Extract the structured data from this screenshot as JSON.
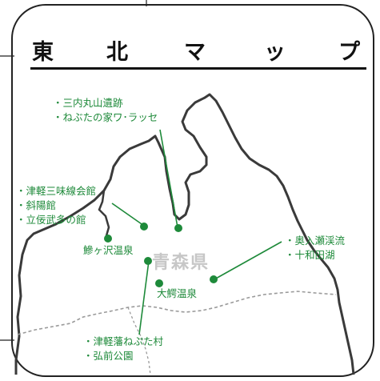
{
  "title": {
    "chars": [
      "東",
      "北",
      "マ",
      "ッ",
      "プ"
    ]
  },
  "map": {
    "prefecture_label": "青森県",
    "accent_color": "#1e8a3a",
    "labels": {
      "sannai_line1": "・三内丸山遺跡",
      "sannai_line2": "・ねぶたの家ワ･ラッセ",
      "tsugaru_line1": "・津軽三味線会館",
      "tsugaru_line2": "・斜陽館",
      "tsugaru_line3": "・立佞武多の館",
      "ajigasawa": "鰺ヶ沢温泉",
      "oirase_line1": "・奥入瀬渓流",
      "oirase_line2": "・十和田湖",
      "owani": "大鰐温泉",
      "hirosaki_line1": "・津軽藩ねぷた村",
      "hirosaki_line2": "・弘前公園"
    }
  }
}
